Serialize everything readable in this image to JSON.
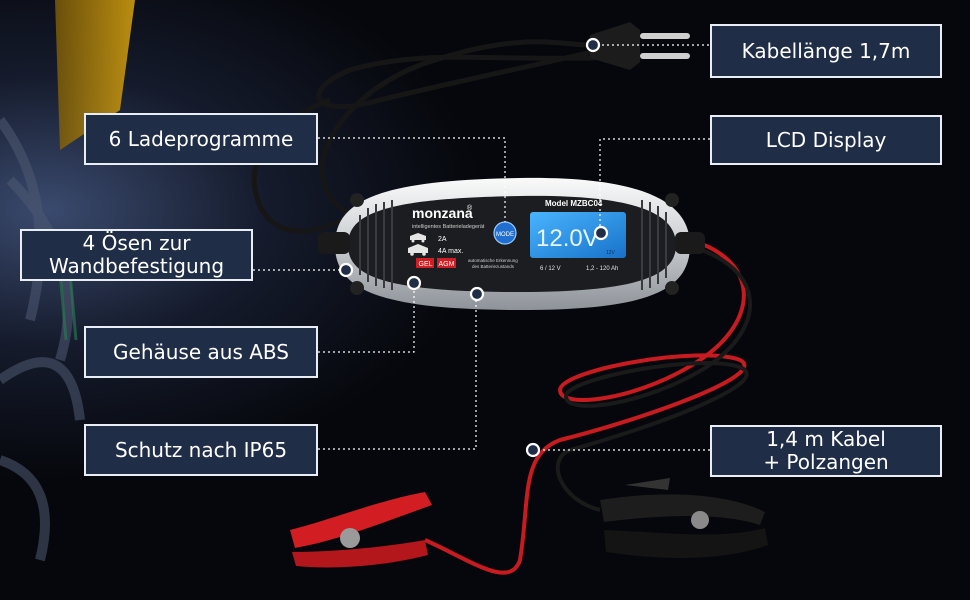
{
  "callouts": {
    "kabellaenge": "Kabellänge 1,7m",
    "ladeprogramme": "6 Ladeprogramme",
    "lcd": "LCD Display",
    "oesen_line1": "4 Ösen zur",
    "oesen_line2": "Wandbefestigung",
    "gehaeuse": "Gehäuse aus ABS",
    "schutz": "Schutz nach IP65",
    "kabel_line1": "1,4 m Kabel",
    "kabel_line2": "+ Polzangen"
  },
  "device": {
    "brand": "monzana",
    "brand_mark": "®",
    "tagline": "intelligentes Batterieladegerät",
    "model": "Model MZBC04",
    "mode_button": "MODE",
    "lcd_value": "12.0V",
    "lcd_sub": "12V",
    "current_low": "2A",
    "current_high": "4A max.",
    "badge_gel": "GEL",
    "badge_agm": "AGM",
    "auto_text_line1": "automatische Erkennung",
    "auto_text_line2": "des Batteriezustands",
    "voltage_range": "6 / 12 V",
    "capacity_range": "1,2 - 120 Ah"
  },
  "colors": {
    "callout_bg": "#1f2d47",
    "callout_border": "#e9edf4",
    "lcd_blue": "#1f8fe6",
    "clamp_red": "#d21d22",
    "clamp_black": "#1a1a1a"
  }
}
